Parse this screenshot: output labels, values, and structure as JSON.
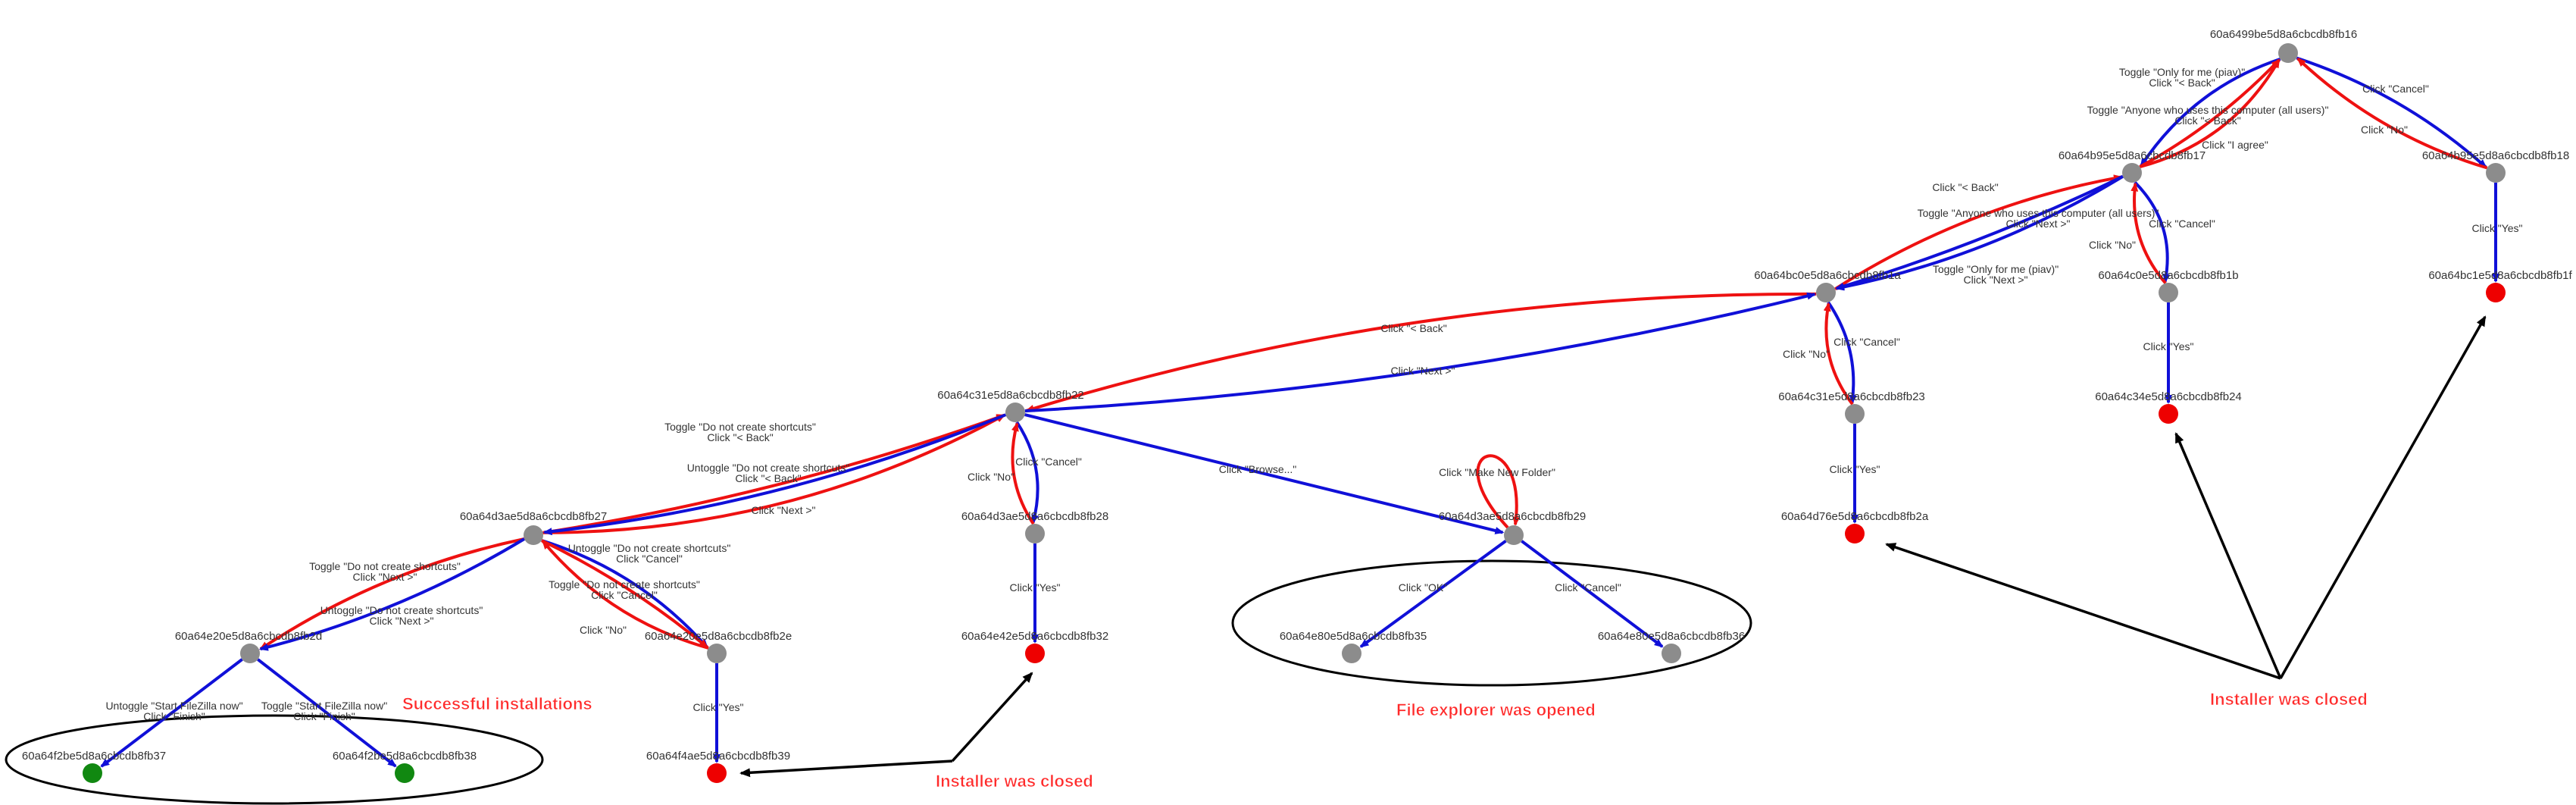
{
  "colors": {
    "forward": "#1010d8",
    "back": "#ee1111",
    "annotation": "#000000",
    "node_gray": "#8c8c8c",
    "node_red": "#ee0000",
    "node_green": "#118811",
    "annot_text": "#ff2a2a"
  },
  "nodes": [
    {
      "id": "n16",
      "label": "60a6499be5d8a6cbcdb8fb16",
      "color": "gray"
    },
    {
      "id": "n17",
      "label": "60a64b95e5d8a6cbcdb8fb17",
      "color": "gray"
    },
    {
      "id": "n18",
      "label": "60a64b95e5d8a6cbcdb8fb18",
      "color": "gray"
    },
    {
      "id": "n1f",
      "label": "60a64bc1e5d8a6cbcdb8fb1f",
      "color": "red"
    },
    {
      "id": "n1a",
      "label": "60a64bc0e5d8a6cbcdb8fb1a",
      "color": "gray"
    },
    {
      "id": "n1b",
      "label": "60a64c0e5d8a6cbcdb8fb1b",
      "color": "gray"
    },
    {
      "id": "n23",
      "label": "60a64c31e5d8a6cbcdb8fb23",
      "color": "gray"
    },
    {
      "id": "n24",
      "label": "60a64c34e5d8a6cbcdb8fb24",
      "color": "red"
    },
    {
      "id": "n2a",
      "label": "60a64d76e5d8a6cbcdb8fb2a",
      "color": "red"
    },
    {
      "id": "n22",
      "label": "60a64c31e5d8a6cbcdb8fb22",
      "color": "gray"
    },
    {
      "id": "n27",
      "label": "60a64d3ae5d8a6cbcdb8fb27",
      "color": "gray"
    },
    {
      "id": "n28",
      "label": "60a64d3ae5d8a6cbcdb8fb28",
      "color": "gray"
    },
    {
      "id": "n29",
      "label": "60a64d3ae5d8a6cbcdb8fb29",
      "color": "gray"
    },
    {
      "id": "n2d",
      "label": "60a64e20e5d8a6cbcdb8fb2d",
      "color": "gray"
    },
    {
      "id": "n2e",
      "label": "60a64e20e5d8a6cbcdb8fb2e",
      "color": "gray"
    },
    {
      "id": "n32",
      "label": "60a64e42e5d8a6cbcdb8fb32",
      "color": "red"
    },
    {
      "id": "n35",
      "label": "60a64e80e5d8a6cbcdb8fb35",
      "color": "gray"
    },
    {
      "id": "n36",
      "label": "60a64e80e5d8a6cbcdb8fb36",
      "color": "gray"
    },
    {
      "id": "n37",
      "label": "60a64f2be5d8a6cbcdb8fb37",
      "color": "green"
    },
    {
      "id": "n38",
      "label": "60a64f2be5d8a6cbcdb8fb38",
      "color": "green"
    },
    {
      "id": "n39",
      "label": "60a64f4ae5d8a6cbcdb8fb39",
      "color": "red"
    }
  ],
  "edges": [
    {
      "from": "n16",
      "to": "n18",
      "kind": "forward",
      "label": "Click \"Cancel\""
    },
    {
      "from": "n18",
      "to": "n16",
      "kind": "back",
      "label": "Click \"No\""
    },
    {
      "from": "n18",
      "to": "n1f",
      "kind": "forward",
      "label": "Click \"Yes\""
    },
    {
      "from": "n16",
      "to": "n17",
      "kind": "forward",
      "label": "Click \"I agree\""
    },
    {
      "from": "n17",
      "to": "n16",
      "kind": "back",
      "label": "Toggle \"Only for me (piav)\"\nClick \"< Back\""
    },
    {
      "from": "n17",
      "to": "n16",
      "kind": "back",
      "label": "Toggle \"Anyone who uses this computer (all users)\"\nClick \"< Back\""
    },
    {
      "from": "n17",
      "to": "n1b",
      "kind": "forward",
      "label": "Click \"Cancel\""
    },
    {
      "from": "n1b",
      "to": "n17",
      "kind": "back",
      "label": "Click \"No\""
    },
    {
      "from": "n1b",
      "to": "n24",
      "kind": "forward",
      "label": "Click \"Yes\""
    },
    {
      "from": "n17",
      "to": "n1a",
      "kind": "forward",
      "label": "Toggle \"Anyone who uses this computer (all users)\"\nClick \"Next >\""
    },
    {
      "from": "n1a",
      "to": "n17",
      "kind": "back",
      "label": "Click \"< Back\""
    },
    {
      "from": "n17",
      "to": "n1a",
      "kind": "forward",
      "label": "Toggle \"Only for me (piav)\"\nClick \"Next >\""
    },
    {
      "from": "n1a",
      "to": "n23",
      "kind": "forward",
      "label": "Click \"Cancel\""
    },
    {
      "from": "n23",
      "to": "n1a",
      "kind": "back",
      "label": "Click \"No\""
    },
    {
      "from": "n23",
      "to": "n2a",
      "kind": "forward",
      "label": "Click \"Yes\""
    },
    {
      "from": "n1a",
      "to": "n22",
      "kind": "back",
      "label": "Click \"< Back\""
    },
    {
      "from": "n22",
      "to": "n1a",
      "kind": "forward",
      "label": "Click \"Next >\""
    },
    {
      "from": "n22",
      "to": "n28",
      "kind": "forward",
      "label": "Click \"Cancel\""
    },
    {
      "from": "n28",
      "to": "n22",
      "kind": "back",
      "label": "Click \"No\""
    },
    {
      "from": "n28",
      "to": "n32",
      "kind": "forward",
      "label": "Click \"Yes\""
    },
    {
      "from": "n22",
      "to": "n29",
      "kind": "forward",
      "label": "Click \"Browse...\""
    },
    {
      "from": "n29",
      "to": "n29",
      "kind": "back",
      "label": "Click \"Make New Folder\""
    },
    {
      "from": "n29",
      "to": "n35",
      "kind": "forward",
      "label": "Click \"OK\""
    },
    {
      "from": "n29",
      "to": "n36",
      "kind": "forward",
      "label": "Click \"Cancel\""
    },
    {
      "from": "n27",
      "to": "n22",
      "kind": "back",
      "label": "Toggle \"Do not create shortcuts\"\nClick \"< Back\""
    },
    {
      "from": "n27",
      "to": "n22",
      "kind": "back",
      "label": "Untoggle \"Do not create shortcuts\"\nClick \"< Back\""
    },
    {
      "from": "n22",
      "to": "n27",
      "kind": "forward",
      "label": "Click \"Next >\""
    },
    {
      "from": "n27",
      "to": "n2e",
      "kind": "forward",
      "label": "Untoggle \"Do not create shortcuts\"\nClick \"Cancel\""
    },
    {
      "from": "n27",
      "to": "n2e",
      "kind": "back",
      "label": "Toggle \"Do not create shortcuts\"\nClick \"Cancel\""
    },
    {
      "from": "n2e",
      "to": "n27",
      "kind": "back",
      "label": "Click \"No\""
    },
    {
      "from": "n2e",
      "to": "n39",
      "kind": "forward",
      "label": "Click \"Yes\""
    },
    {
      "from": "n27",
      "to": "n2d",
      "kind": "back",
      "label": "Toggle \"Do not create shortcuts\"\nClick \"Next >\""
    },
    {
      "from": "n27",
      "to": "n2d",
      "kind": "forward",
      "label": "Untoggle \"Do not create shortcuts\"\nClick \"Next >\""
    },
    {
      "from": "n2d",
      "to": "n37",
      "kind": "forward",
      "label": "Untoggle \"Start FileZilla now\"\nClick \"Finish\""
    },
    {
      "from": "n2d",
      "to": "n38",
      "kind": "forward",
      "label": "Toggle \"Start FileZilla now\"\nClick \"Finish\""
    }
  ],
  "annotations": [
    {
      "id": "successful",
      "text": "Successful installations"
    },
    {
      "id": "explorer",
      "text": "File explorer was opened"
    },
    {
      "id": "closed_left",
      "text": "Installer was closed"
    },
    {
      "id": "closed_right",
      "text": "Installer was closed"
    }
  ]
}
